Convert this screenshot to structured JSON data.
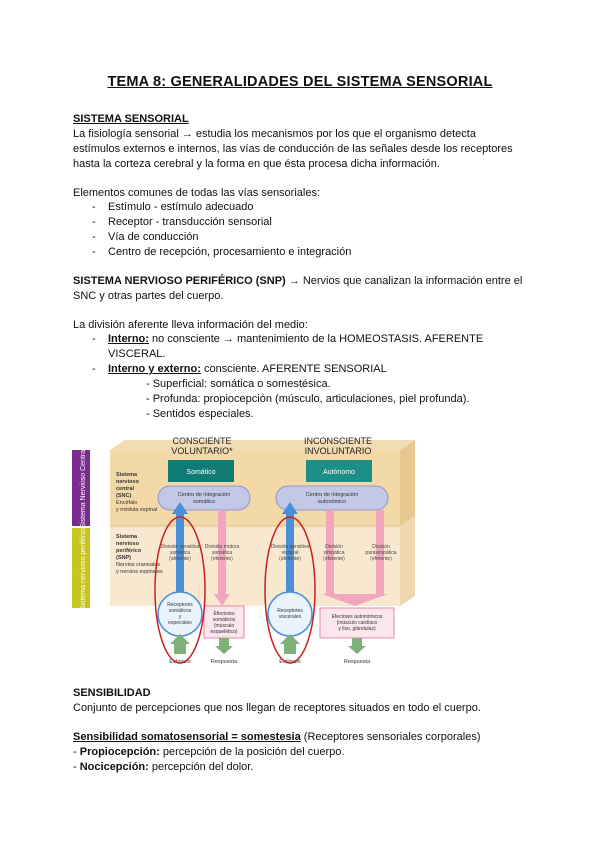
{
  "title": "TEMA 8: GENERALIDADES DEL SISTEMA SENSORIAL",
  "s1": {
    "heading": "SISTEMA SENSORIAL",
    "p1": "La fisiología sensorial → estudia los mecanismos por los que el organismo detecta",
    "p2": "estímulos externos e internos, las vías de conducción de las señales desde los receptores",
    "p3": "hasta la corteza cerebral y la forma en que ésta procesa dicha información.",
    "intro": "Elementos comunes de todas las vías sensoriales:",
    "items": [
      "Estímulo - estímulo adecuado",
      "Receptor - transducción sensorial",
      "Vía de conducción",
      "Centro de recepción, procesamiento e integración"
    ]
  },
  "s2": {
    "heading": "SISTEMA NERVIOSO PERIFÉRICO (SNP)",
    "rest1": " → Nervios que canalizan la información entre el",
    "line2": "SNC y otras partes del cuerpo.",
    "afer": "La división aferente lleva información del medio:",
    "interno_label": "Interno:",
    "interno_text": " no consciente → mantenimiento de la HOMEOSTASIS. AFERENTE",
    "interno_text2": "VISCERAL.",
    "ie_label": "Interno y externo:",
    "ie_text": " consciente. AFERENTE SENSORIAL",
    "subs": [
      "- Superficial: somática o somestésica.",
      "- Profunda: propiocepción (músculo, articulaciones, piel profunda).",
      "- Sentidos especiales."
    ]
  },
  "figure": {
    "consc1": "CONSCIENTE",
    "consc2": "VOLUNTARIO*",
    "incon1": "INCONSCIENTE",
    "incon2": "INVOLUNTARIO",
    "somatico": "Somático",
    "autonomo": "Autónomo",
    "snc_side": "Sistema Nervioso Central",
    "snp_side": "Sistema nervioso periférico",
    "snc_box": [
      "Sistema",
      "nervioso",
      "central",
      "(SNC)",
      "Encéfalo",
      "y médula espinal"
    ],
    "snp_box": [
      "Sistema",
      "nervioso",
      "periférico",
      "(SNP)",
      "Nervios craneales",
      "y nervios espinales"
    ],
    "ci_som": [
      "Centro de integración",
      "somático"
    ],
    "ci_aut": [
      "Centro de integración",
      "autonómico"
    ],
    "div_sens_som": [
      "División sensitiva",
      "somática",
      "(aferente)"
    ],
    "div_mot_som": [
      "División motora",
      "somática",
      "(eferente)"
    ],
    "div_sens_visc": [
      "División sensitiva",
      "visceral",
      "(aferente)"
    ],
    "div_simp": [
      "División",
      "simpática",
      "(eferente)"
    ],
    "div_parasimp": [
      "División",
      "parasimpática",
      "(eferente)"
    ],
    "rec_som": [
      "Receptores",
      "somáticos",
      "y",
      "especiales"
    ],
    "efe_som": [
      "Efectores",
      "somáticos",
      "(músculo",
      "esquelético)"
    ],
    "rec_visc": [
      "Receptores",
      "viscerales"
    ],
    "efe_aut": [
      "Efectores autonómicos",
      "(músculo cardíaco",
      "y liso, glándulas)"
    ],
    "estimulo": "Estímulo",
    "respuesta": "Respuesta"
  },
  "s3": {
    "heading": "SENSIBILIDAD",
    "p1": "Conjunto de percepciones que nos llegan de receptores situados en todo el cuerpo.",
    "soma_label": "Sensibilidad somatosensorial = somestesia",
    "soma_rest": " (Receptores sensoriales corporales)",
    "prop_label": "Propiocepción:",
    "prop_text": " percepción de la posición del cuerpo.",
    "noci_label": "Nocicepción:",
    "noci_text": " percepción del dolor."
  }
}
